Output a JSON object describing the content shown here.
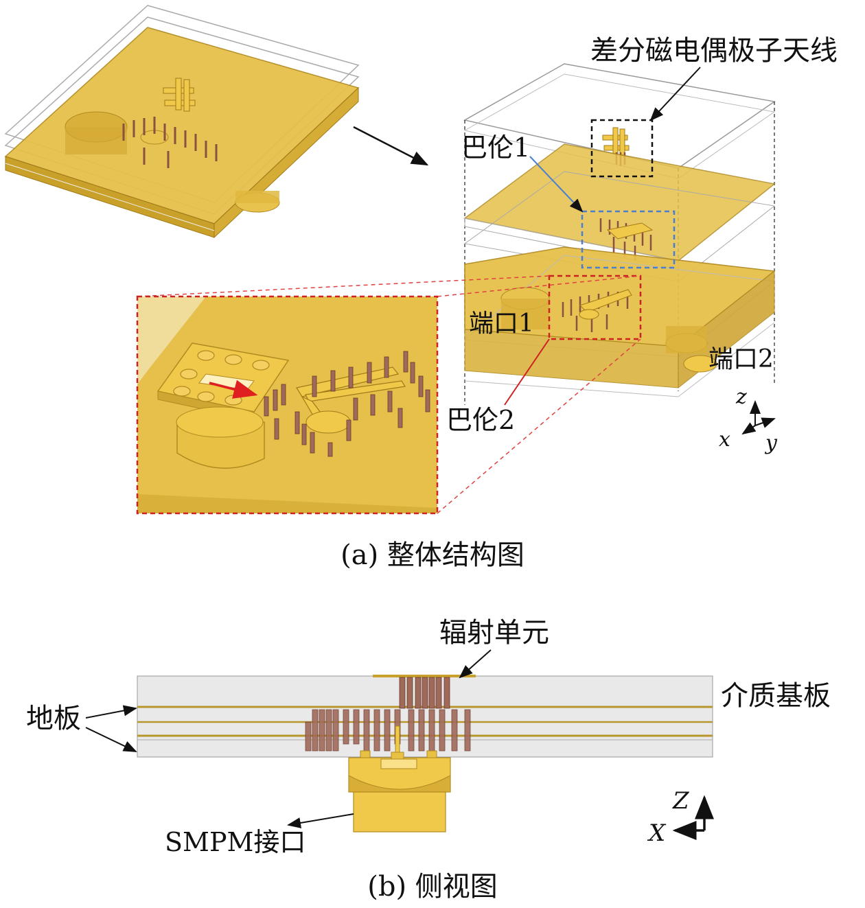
{
  "panel_a": {
    "labels": {
      "antenna": "差分磁电偶极子天线",
      "balun1": "巴伦1",
      "balun2": "巴伦2",
      "port1": "端口1",
      "port2": "端口2"
    },
    "axes": {
      "z": "z",
      "x": "x",
      "y": "y"
    },
    "caption": "(a) 整体结构图"
  },
  "panel_b": {
    "labels": {
      "radiator": "辐射单元",
      "substrate": "介质基板",
      "ground": "地板",
      "connector": "SMPM接口"
    },
    "axes": {
      "z": "Z",
      "x": "X"
    },
    "caption": "(b) 侧视图"
  },
  "colors": {
    "gold": "#e6c04a",
    "gold_dark": "#c9a02a",
    "via": "#a06a5a",
    "red_box": "#cc2222",
    "blue_box": "#4a7fd0",
    "black_box": "#111111"
  }
}
